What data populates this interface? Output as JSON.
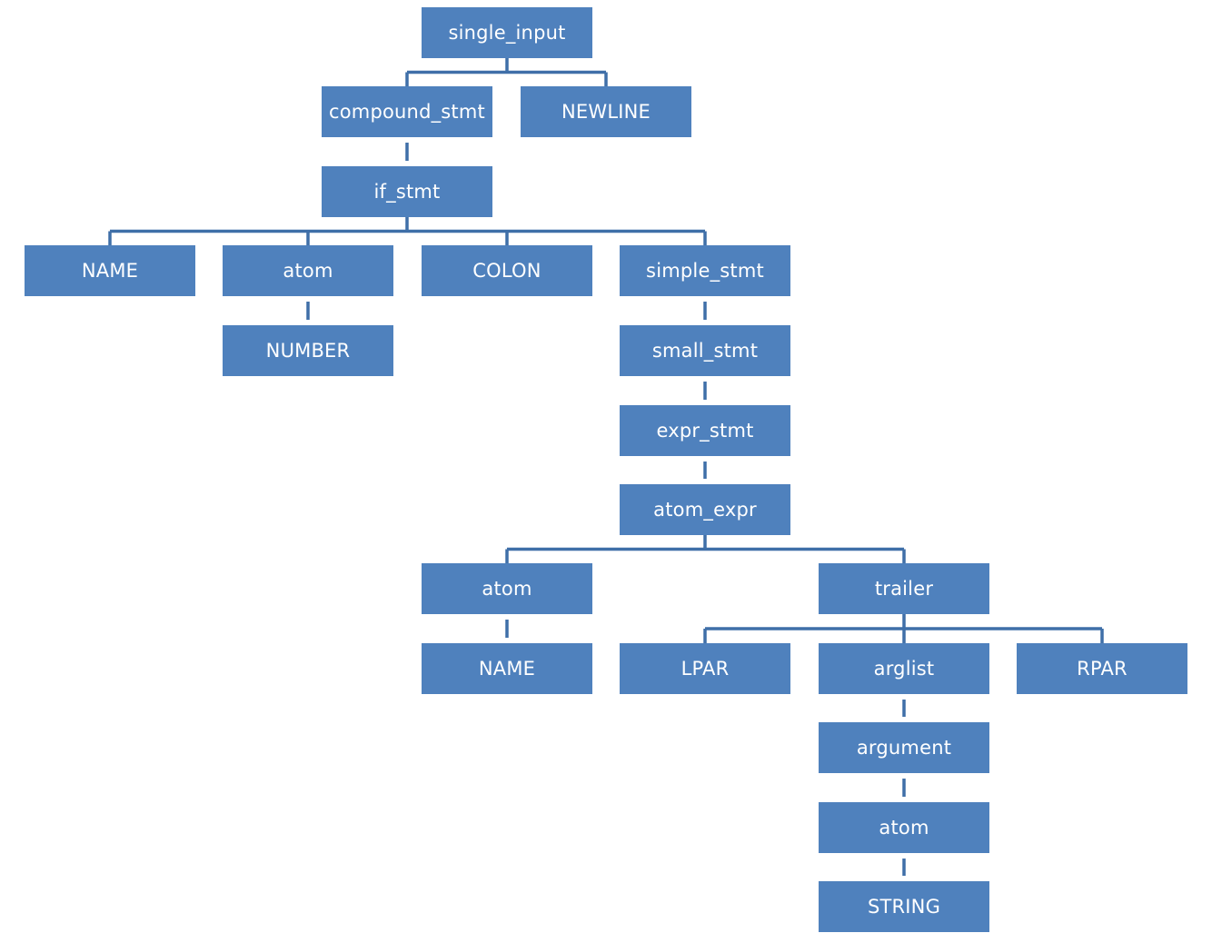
{
  "colors": {
    "node_fill": "#4f81bd",
    "node_text": "#ffffff",
    "connector": "#3f6fa8",
    "background": "#ffffff"
  },
  "nodes": [
    {
      "id": "single_input",
      "label": "single_input",
      "parent": null
    },
    {
      "id": "compound_stmt",
      "label": "compound_stmt",
      "parent": "single_input"
    },
    {
      "id": "newline",
      "label": "NEWLINE",
      "parent": "single_input"
    },
    {
      "id": "if_stmt",
      "label": "if_stmt",
      "parent": "compound_stmt"
    },
    {
      "id": "name_1",
      "label": "NAME",
      "parent": "if_stmt"
    },
    {
      "id": "atom_1",
      "label": "atom",
      "parent": "if_stmt"
    },
    {
      "id": "colon",
      "label": "COLON",
      "parent": "if_stmt"
    },
    {
      "id": "simple_stmt",
      "label": "simple_stmt",
      "parent": "if_stmt"
    },
    {
      "id": "number",
      "label": "NUMBER",
      "parent": "atom_1"
    },
    {
      "id": "small_stmt",
      "label": "small_stmt",
      "parent": "simple_stmt"
    },
    {
      "id": "expr_stmt",
      "label": "expr_stmt",
      "parent": "small_stmt"
    },
    {
      "id": "atom_expr",
      "label": "atom_expr",
      "parent": "expr_stmt"
    },
    {
      "id": "atom_2",
      "label": "atom",
      "parent": "atom_expr"
    },
    {
      "id": "trailer",
      "label": "trailer",
      "parent": "atom_expr"
    },
    {
      "id": "name_2",
      "label": "NAME",
      "parent": "atom_2"
    },
    {
      "id": "lpar",
      "label": "LPAR",
      "parent": "trailer"
    },
    {
      "id": "arglist",
      "label": "arglist",
      "parent": "trailer"
    },
    {
      "id": "rpar",
      "label": "RPAR",
      "parent": "trailer"
    },
    {
      "id": "argument",
      "label": "argument",
      "parent": "arglist"
    },
    {
      "id": "atom_3",
      "label": "atom",
      "parent": "argument"
    },
    {
      "id": "string",
      "label": "STRING",
      "parent": "atom_3"
    }
  ]
}
